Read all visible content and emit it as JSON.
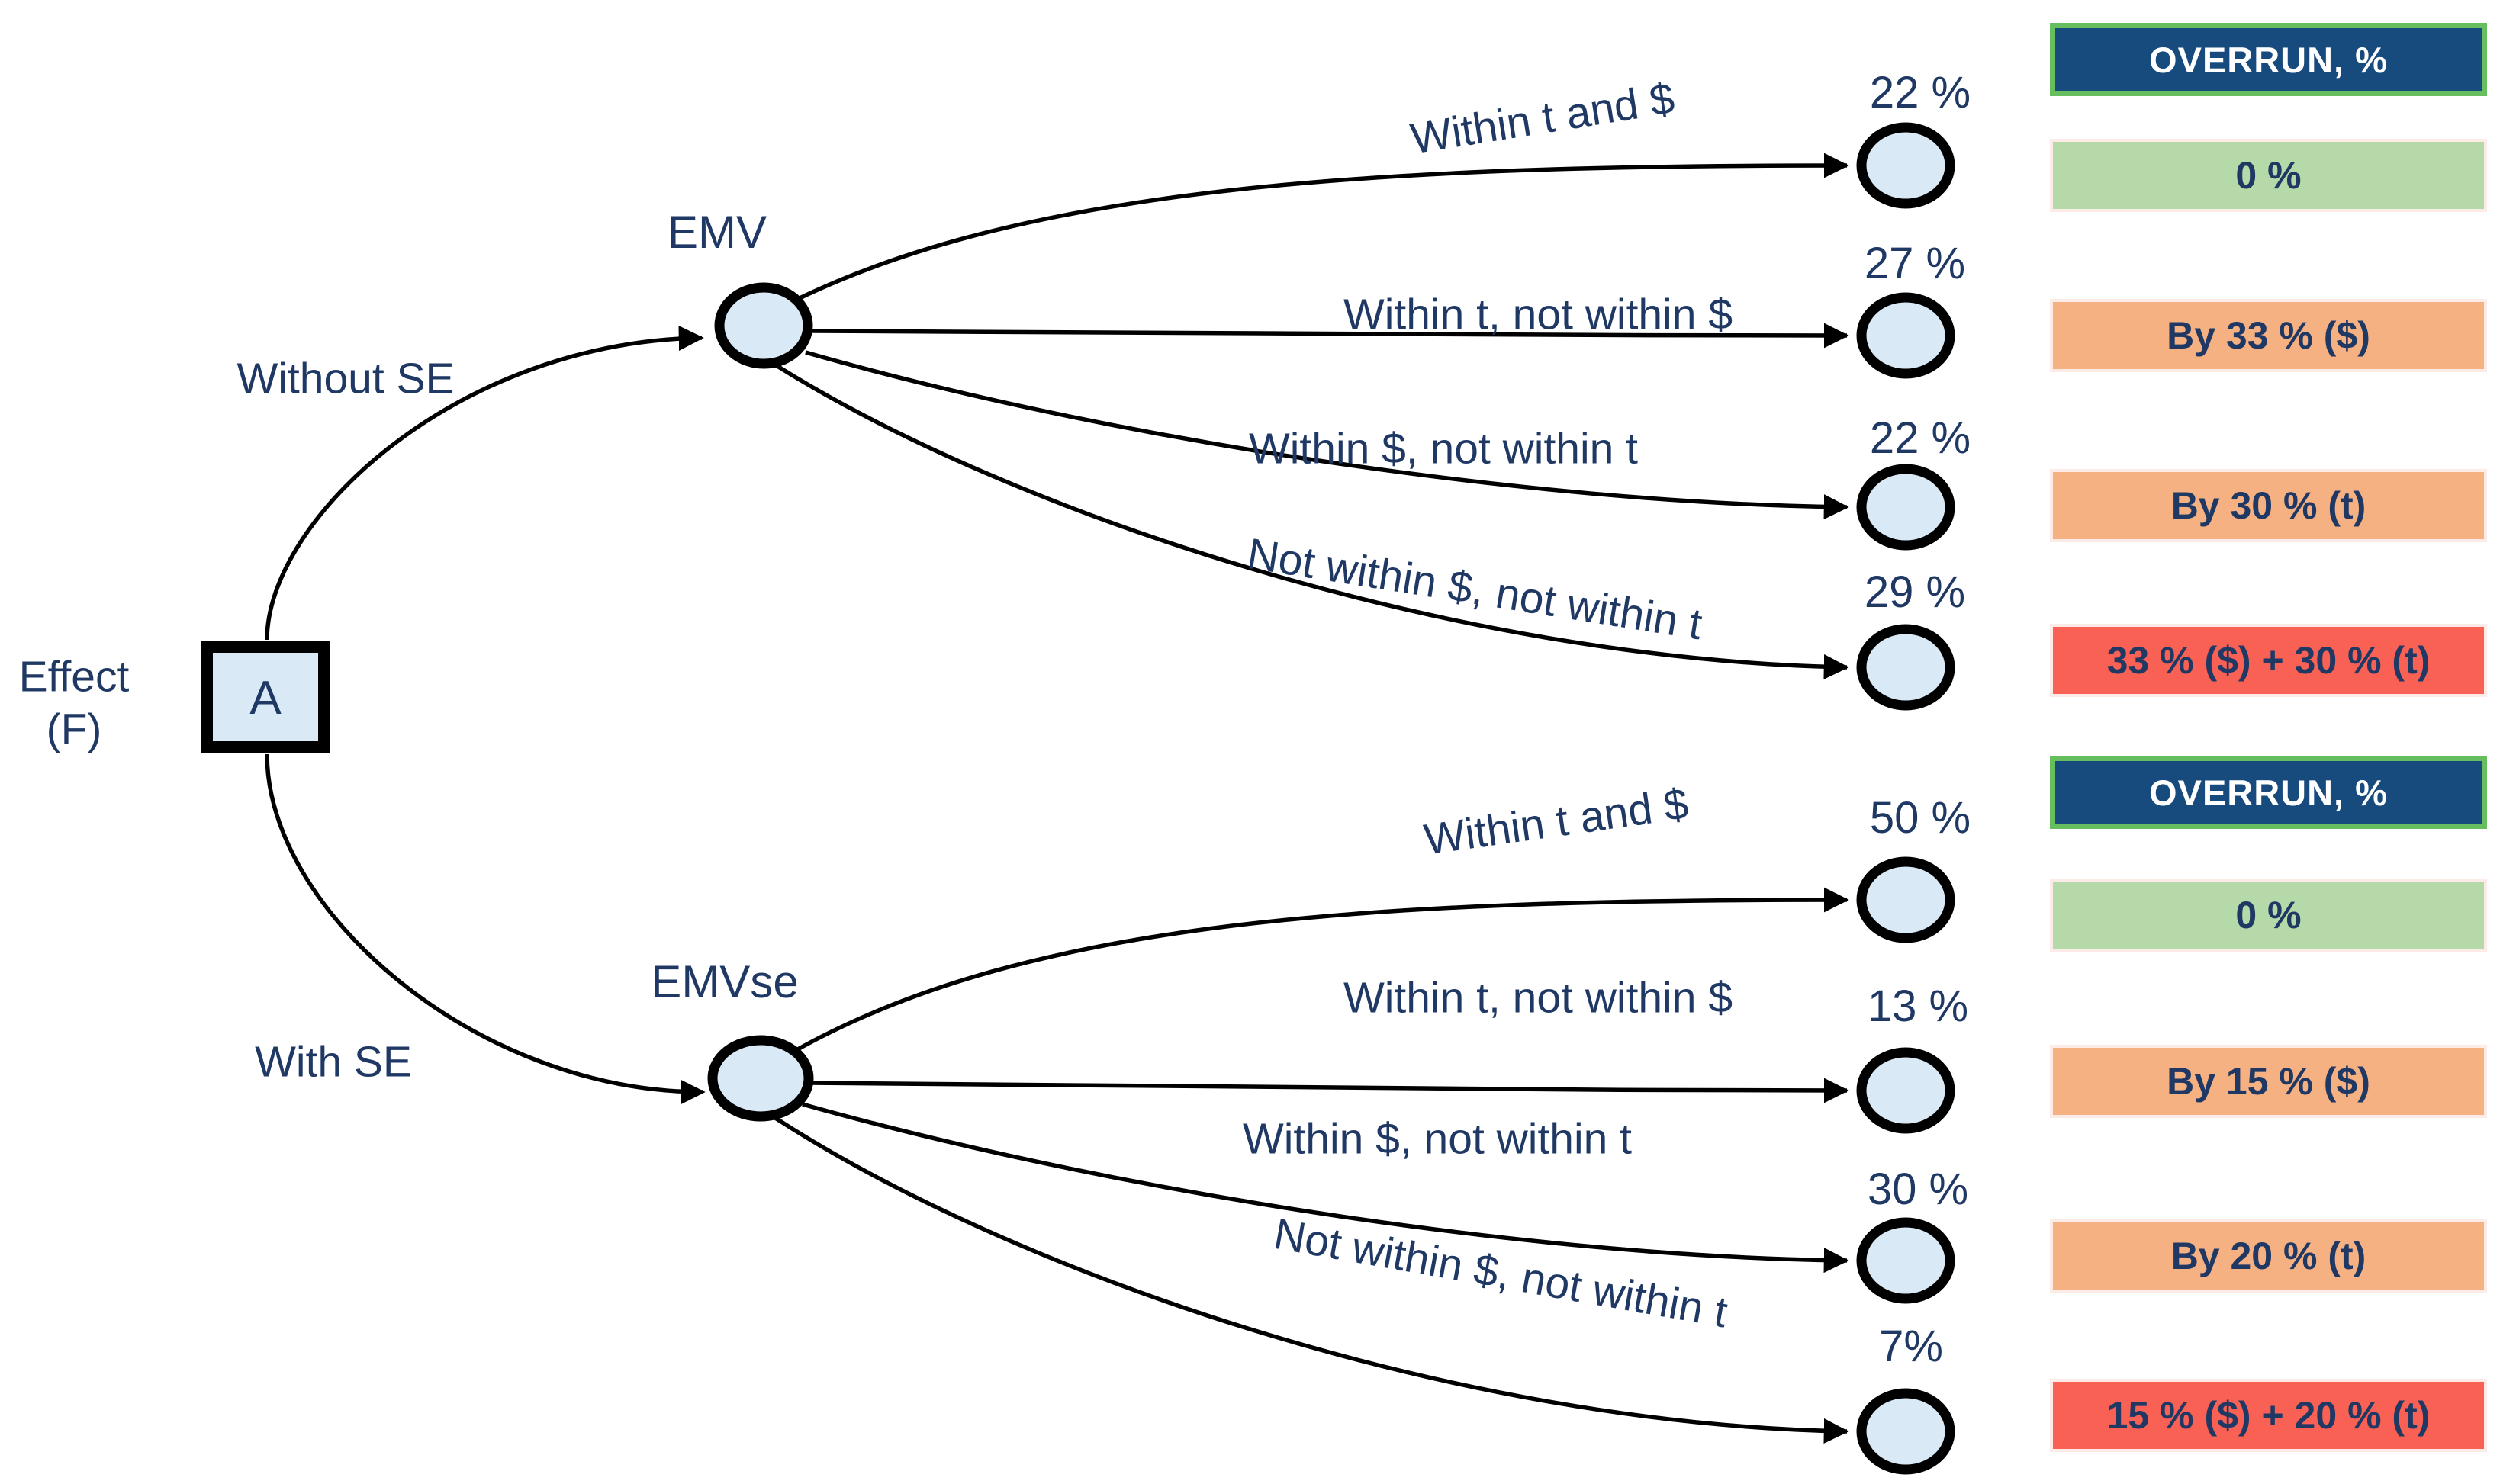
{
  "colors": {
    "node_fill": "#dae9f6",
    "text_navy": "#1f3864",
    "header_fill": "#174b7d",
    "header_text": "#ffffff",
    "header_border": "#66be5e",
    "green_fill": "#b6d9a9",
    "orange_fill": "#f6b183",
    "red_fill": "#f96155",
    "pale_border": "#fcebe7"
  },
  "root": {
    "label": "A",
    "caption": [
      "Effect",
      "(F)"
    ]
  },
  "groups": [
    {
      "branch_label": "Without SE",
      "node_label": "EMV",
      "overrun_header": "OVERRUN, %",
      "outcomes": [
        {
          "label": "Within t and $",
          "probability": "22 %",
          "overrun": "0 %",
          "tone": "green"
        },
        {
          "label": "Within t, not within $",
          "probability": "27 %",
          "overrun": "By 33 % ($)",
          "tone": "orange"
        },
        {
          "label": "Within $, not within t",
          "probability": "22 %",
          "overrun": "By 30 % (t)",
          "tone": "orange"
        },
        {
          "label": "Not within $, not within t",
          "probability": "29 %",
          "overrun": "33 % ($) + 30 % (t)",
          "tone": "red"
        }
      ]
    },
    {
      "branch_label": "With SE",
      "node_label": "EMVse",
      "overrun_header": "OVERRUN, %",
      "outcomes": [
        {
          "label": "Within t and $",
          "probability": "50 %",
          "overrun": "0 %",
          "tone": "green"
        },
        {
          "label": "Within t, not within $",
          "probability": "13 %",
          "overrun": "By 15 % ($)",
          "tone": "orange"
        },
        {
          "label": "Within $, not within t",
          "probability": "30 %",
          "overrun": "By 20 % (t)",
          "tone": "orange"
        },
        {
          "label": "Not within $, not within t",
          "probability": "7%",
          "overrun": "15 % ($) + 20 % (t)",
          "tone": "red"
        }
      ]
    }
  ]
}
